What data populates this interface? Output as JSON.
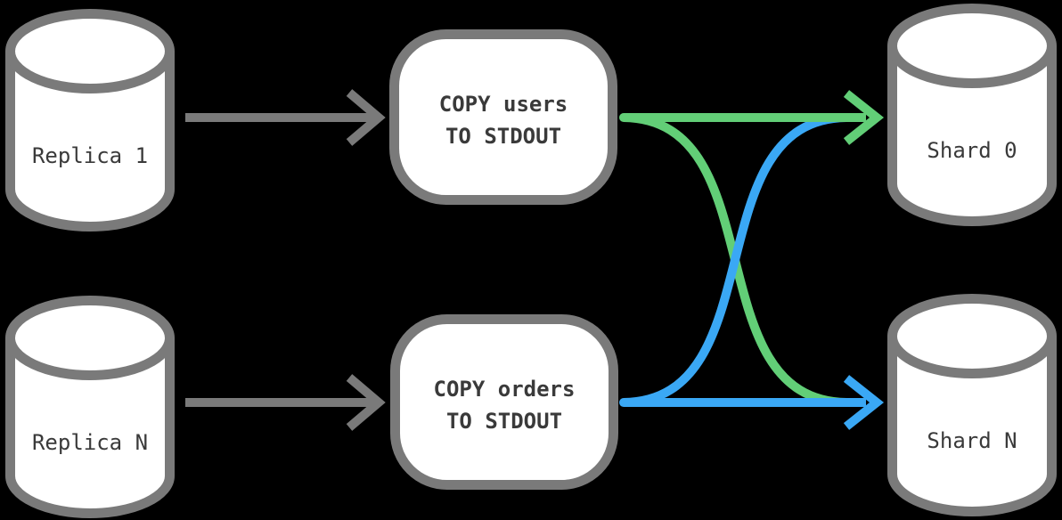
{
  "colors": {
    "background": "#000000",
    "node_border_gray": "#7a7a7a",
    "text": "#3a3a3a",
    "green": "#62ce77",
    "blue": "#3aa8f5",
    "node_fill": "#ffffff"
  },
  "nodes": {
    "replica_1": {
      "label": "Replica 1",
      "shape": "database-cylinder"
    },
    "replica_n": {
      "label": "Replica N",
      "shape": "database-cylinder"
    },
    "copy_users": {
      "line1": "COPY users",
      "line2": "TO STDOUT",
      "shape": "rounded-box"
    },
    "copy_orders": {
      "line1": "COPY orders",
      "line2": "TO STDOUT",
      "shape": "rounded-box"
    },
    "shard_0": {
      "label": "Shard 0",
      "shape": "database-cylinder"
    },
    "shard_n": {
      "label": "Shard N",
      "shape": "database-cylinder"
    }
  },
  "edges": [
    {
      "from": "Replica 1",
      "to": "COPY users TO STDOUT",
      "color_name": "gray",
      "style": "straight-arrow"
    },
    {
      "from": "Replica N",
      "to": "COPY orders TO STDOUT",
      "color_name": "gray",
      "style": "straight-arrow"
    },
    {
      "from": "COPY users TO STDOUT",
      "to": "Shard 0",
      "color_name": "green",
      "style": "straight-arrow"
    },
    {
      "from": "COPY users TO STDOUT",
      "to": "Shard N",
      "color_name": "green",
      "style": "s-curve"
    },
    {
      "from": "COPY orders TO STDOUT",
      "to": "Shard 0",
      "color_name": "blue",
      "style": "s-curve"
    },
    {
      "from": "COPY orders TO STDOUT",
      "to": "Shard N",
      "color_name": "blue",
      "style": "straight-arrow"
    }
  ]
}
